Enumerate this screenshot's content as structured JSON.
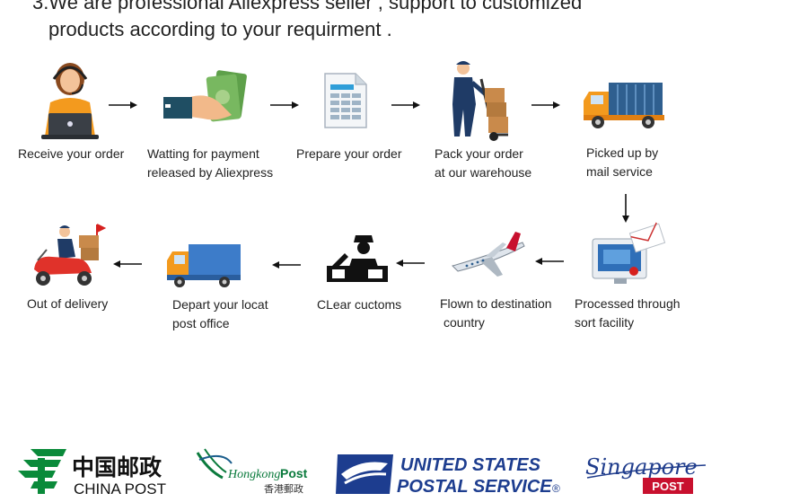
{
  "header": {
    "line1": "3.We are professional Aliexpress seller , support to customized",
    "line2": "products according to your requirment ."
  },
  "steps": [
    {
      "lines": [
        "Receive your order"
      ],
      "icon": "customer-service-laptop-icon"
    },
    {
      "lines": [
        "Watting for payment",
        "released by Aliexpress"
      ],
      "icon": "cash-payment-icon"
    },
    {
      "lines": [
        "Prepare your order"
      ],
      "icon": "spreadsheet-document-icon"
    },
    {
      "lines": [
        "Pack your order",
        "at our warehouse"
      ],
      "icon": "worker-hand-truck-icon"
    },
    {
      "lines": [
        "Picked up by",
        "mail service"
      ],
      "icon": "delivery-truck-icon"
    },
    {
      "lines": [
        "Processed through",
        "sort facility"
      ],
      "icon": "mail-computer-icon"
    },
    {
      "lines": [
        "Flown to destination",
        "country"
      ],
      "icon": "airplane-icon"
    },
    {
      "lines": [
        "CLear cuctoms"
      ],
      "icon": "customs-officer-icon"
    },
    {
      "lines": [
        "Depart your locat",
        "post office"
      ],
      "icon": "post-truck-icon"
    },
    {
      "lines": [
        "Out of delivery"
      ],
      "icon": "delivery-scooter-icon"
    }
  ],
  "logos": {
    "china_post": {
      "chinese": "中国邮政",
      "english": "CHINA POST",
      "color": "#0a8a3a"
    },
    "hongkong_post": {
      "name_a": "Hongkong",
      "name_b": "Post",
      "chinese": "香港郵政",
      "color": "#0a7a3c"
    },
    "usps": {
      "line1": "UNITED STATES",
      "line2": "POSTAL SERVICE",
      "mark": "®",
      "color": "#1d3d8f"
    },
    "singapore_post": {
      "script": "Singapore",
      "badge": "POST",
      "color": "#1f3c8c",
      "badge_color": "#c8102e"
    }
  },
  "colors": {
    "accent_orange": "#f39a1e",
    "truck_blue": "#3d7cc9",
    "post_red": "#d6201e"
  }
}
